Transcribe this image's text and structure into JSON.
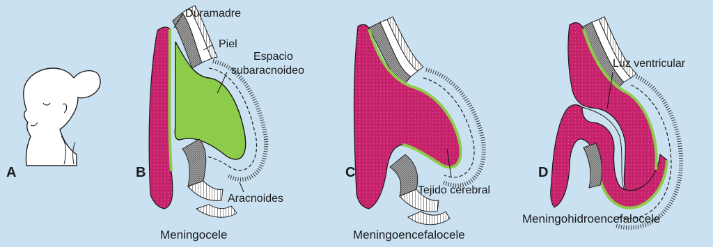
{
  "colors": {
    "background": "#c9e1f1",
    "brain_tissue": "#c8246e",
    "csf_green": "#8dcc4a",
    "skin": "#ffffff",
    "dura_gray": "#9a9a9a",
    "outline": "#1a1a1a"
  },
  "panels": {
    "A": {
      "letter": "A"
    },
    "B": {
      "letter": "B",
      "caption": "Meningocele",
      "labels": {
        "duramadre": "Duramadre",
        "piel": "Piel",
        "espacio_1": "Espacio",
        "espacio_2": "subaracnoideo",
        "aracnoides": "Aracnoides"
      }
    },
    "C": {
      "letter": "C",
      "caption": "Meningoencefalocele",
      "labels": {
        "tejido": "Tejido cerebral"
      }
    },
    "D": {
      "letter": "D",
      "caption": "Meningohidroencefalocele",
      "labels": {
        "luz": "Luz ventricular"
      }
    }
  }
}
